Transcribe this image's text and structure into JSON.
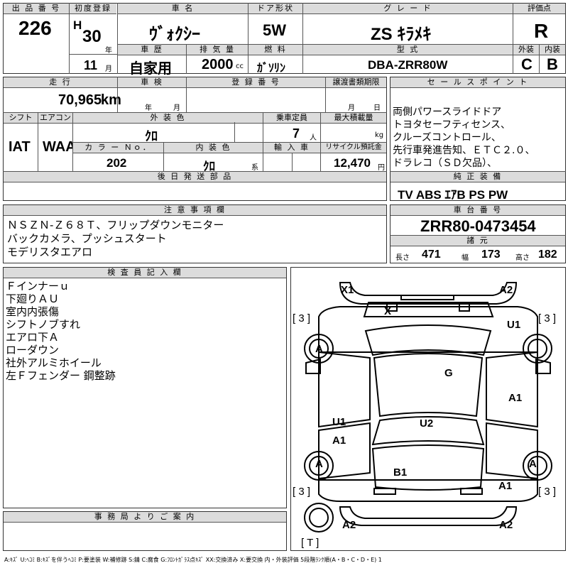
{
  "header": {
    "lot_label": "出 品 番 号",
    "lot_number": "226",
    "first_reg_label": "初度登録",
    "era": "H",
    "year": "30",
    "year_unit": "年",
    "month": "11",
    "month_unit": "月",
    "car_name_label": "車 名",
    "car_name": "ｳﾞｫｸｼｰ",
    "door_label": "ドア形状",
    "door": "5W",
    "grade_label": "グ レ ー ド",
    "grade": "ZS ｷﾗﾒｷ",
    "score_label": "評価点",
    "score": "R",
    "history_label": "車 歴",
    "history": "自家用",
    "displacement_label": "排 気 量",
    "displacement": "2000",
    "displacement_unit": "cc",
    "fuel_label": "燃 料",
    "fuel": "ｶﾞｿﾘﾝ",
    "model_label": "型 式",
    "model": "DBA-ZRR80W",
    "exterior_label": "外装",
    "exterior": "C",
    "interior_label": "内装",
    "interior": "B"
  },
  "row2": {
    "mileage_label": "走 行",
    "mileage": "70,965",
    "mileage_unit": "km",
    "inspection_label": "車 検",
    "inspection_year": "年",
    "inspection_month": "月",
    "reg_no_label": "登 録 番 号",
    "transfer_label": "譲渡書類期限",
    "transfer_month": "月",
    "transfer_day": "日",
    "shift_label": "シフト",
    "shift": "IAT",
    "ac_label": "エアコン",
    "ac": "WAA",
    "ext_color_label": "外 装 色",
    "ext_color": "ｸﾛ",
    "capacity_label": "乗車定員",
    "capacity": "7",
    "capacity_unit": "人",
    "load_label": "最大積載量",
    "load_unit": "kg",
    "color_no_label": "カ ラ ー Ｎｏ．",
    "color_no": "202",
    "int_color_label": "内 装 色",
    "int_color": "ｸﾛ",
    "int_color_unit": "系",
    "import_label": "輸 入 車",
    "recycle_label": "リサイクル預託金",
    "recycle": "12,470",
    "recycle_unit": "円",
    "later_parts_label": "後 日 発 送 部 品"
  },
  "sales": {
    "label": "セ ー ル ス ポ イ ン ト",
    "lines": [
      "両側パワースライドドア",
      "トヨタセーフティセンス、",
      "クルーズコントロール、",
      "先行車発進告知、ＥＴＣ２.０、",
      "ドラレコ（ＳＤ欠品）、"
    ],
    "equipment_label": "純 正 装 備",
    "equipment": "TV ABS ｴｱB PS PW"
  },
  "notes": {
    "label": "注 意 事 項 欄",
    "lines": [
      "ＮＳＺＮ-Ｚ６８Ｔ、フリップダウンモニター",
      "バックカメラ、プッシュスタート",
      "モデリスタエアロ"
    ]
  },
  "chassis": {
    "label": "車 台 番 号",
    "number": "ZRR80-0473454",
    "specs_label": "諸 元",
    "length_label": "長さ",
    "length": "471",
    "width_label": "幅",
    "width": "173",
    "height_label": "高さ",
    "height": "182"
  },
  "inspector": {
    "label": "検 査 員 記 入 欄",
    "lines": [
      "Ｆインナーｕ",
      "下廻りＡＵ",
      "室内内張傷",
      "シフトノブすれ",
      "エアロ下Ａ",
      "ローダウン",
      "社外アルミホイール",
      "左Ｆフェンダー 鋼整跡"
    ]
  },
  "office": {
    "label": "事 務 局 よ り ご 案 内"
  },
  "diagram": {
    "marks": [
      "X1",
      "A2",
      "X",
      "U1",
      "A",
      "G",
      "A1",
      "U1",
      "A1",
      "U2",
      "A",
      "A",
      "B1",
      "A1",
      "A2",
      "A2"
    ],
    "brackets": [
      "[ 3 ]",
      "[ 3 ]",
      "[ 3 ]",
      "[ 3 ]",
      "[ T ]"
    ]
  },
  "legend": "A:ｷｽﾞ U:ﾍｺﾐ B:ｷｽﾞを伴うﾍｺﾐ P:要塗装 W:補修跡 S:錆 C:腐食 G:ﾌﾛﾝﾄｶﾞﾗｽ点ｷｽﾞ XX:交換済み X:要交換 内・外装評価 5段階ﾗﾝｸ順(A・B・C・D・E) 1"
}
